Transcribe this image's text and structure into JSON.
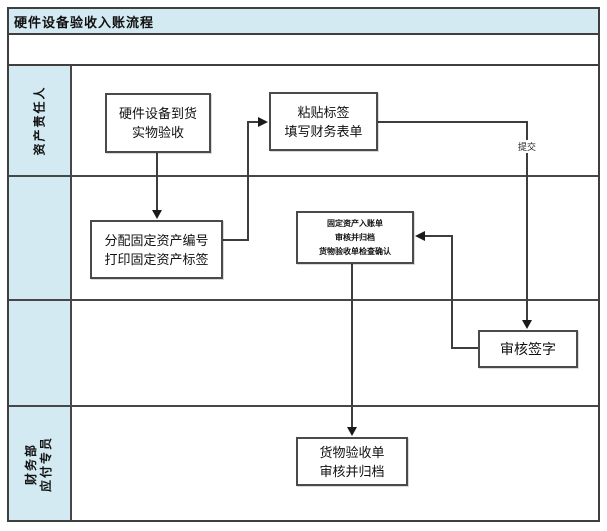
{
  "title": "硬件设备验收入账流程",
  "colors": {
    "lane_fill": "#d3eaf2",
    "frame_border": "#3f3f3f",
    "connector": "#3d3d3d",
    "node_background": "#ffffff"
  },
  "lanes": [
    {
      "id": "asset-owner",
      "label_lines": [
        "资产责任人"
      ]
    },
    {
      "id": "lane-2",
      "label_lines": []
    },
    {
      "id": "lane-3",
      "label_lines": []
    },
    {
      "id": "finance-ap",
      "label_lines": [
        "财务部",
        "应付专员"
      ]
    }
  ],
  "nodes": {
    "hardware_arrival": {
      "lines": [
        "硬件设备到货",
        "实物验收"
      ]
    },
    "paste_label": {
      "lines": [
        "粘贴标签",
        "填写财务表单"
      ]
    },
    "assign_asset_number": {
      "lines": [
        "分配固定资产编号",
        "打印固定资产标签"
      ]
    },
    "entry_check": {
      "lines": [
        "固定资产入账单",
        "审核并归档",
        "货物验收单检查确认"
      ]
    },
    "review_sign": {
      "lines": [
        "审核签字"
      ]
    },
    "goods_acceptance_archive": {
      "lines": [
        "货物验收单",
        "审核并归档"
      ]
    }
  },
  "edge_labels": {
    "submit": "提交"
  }
}
